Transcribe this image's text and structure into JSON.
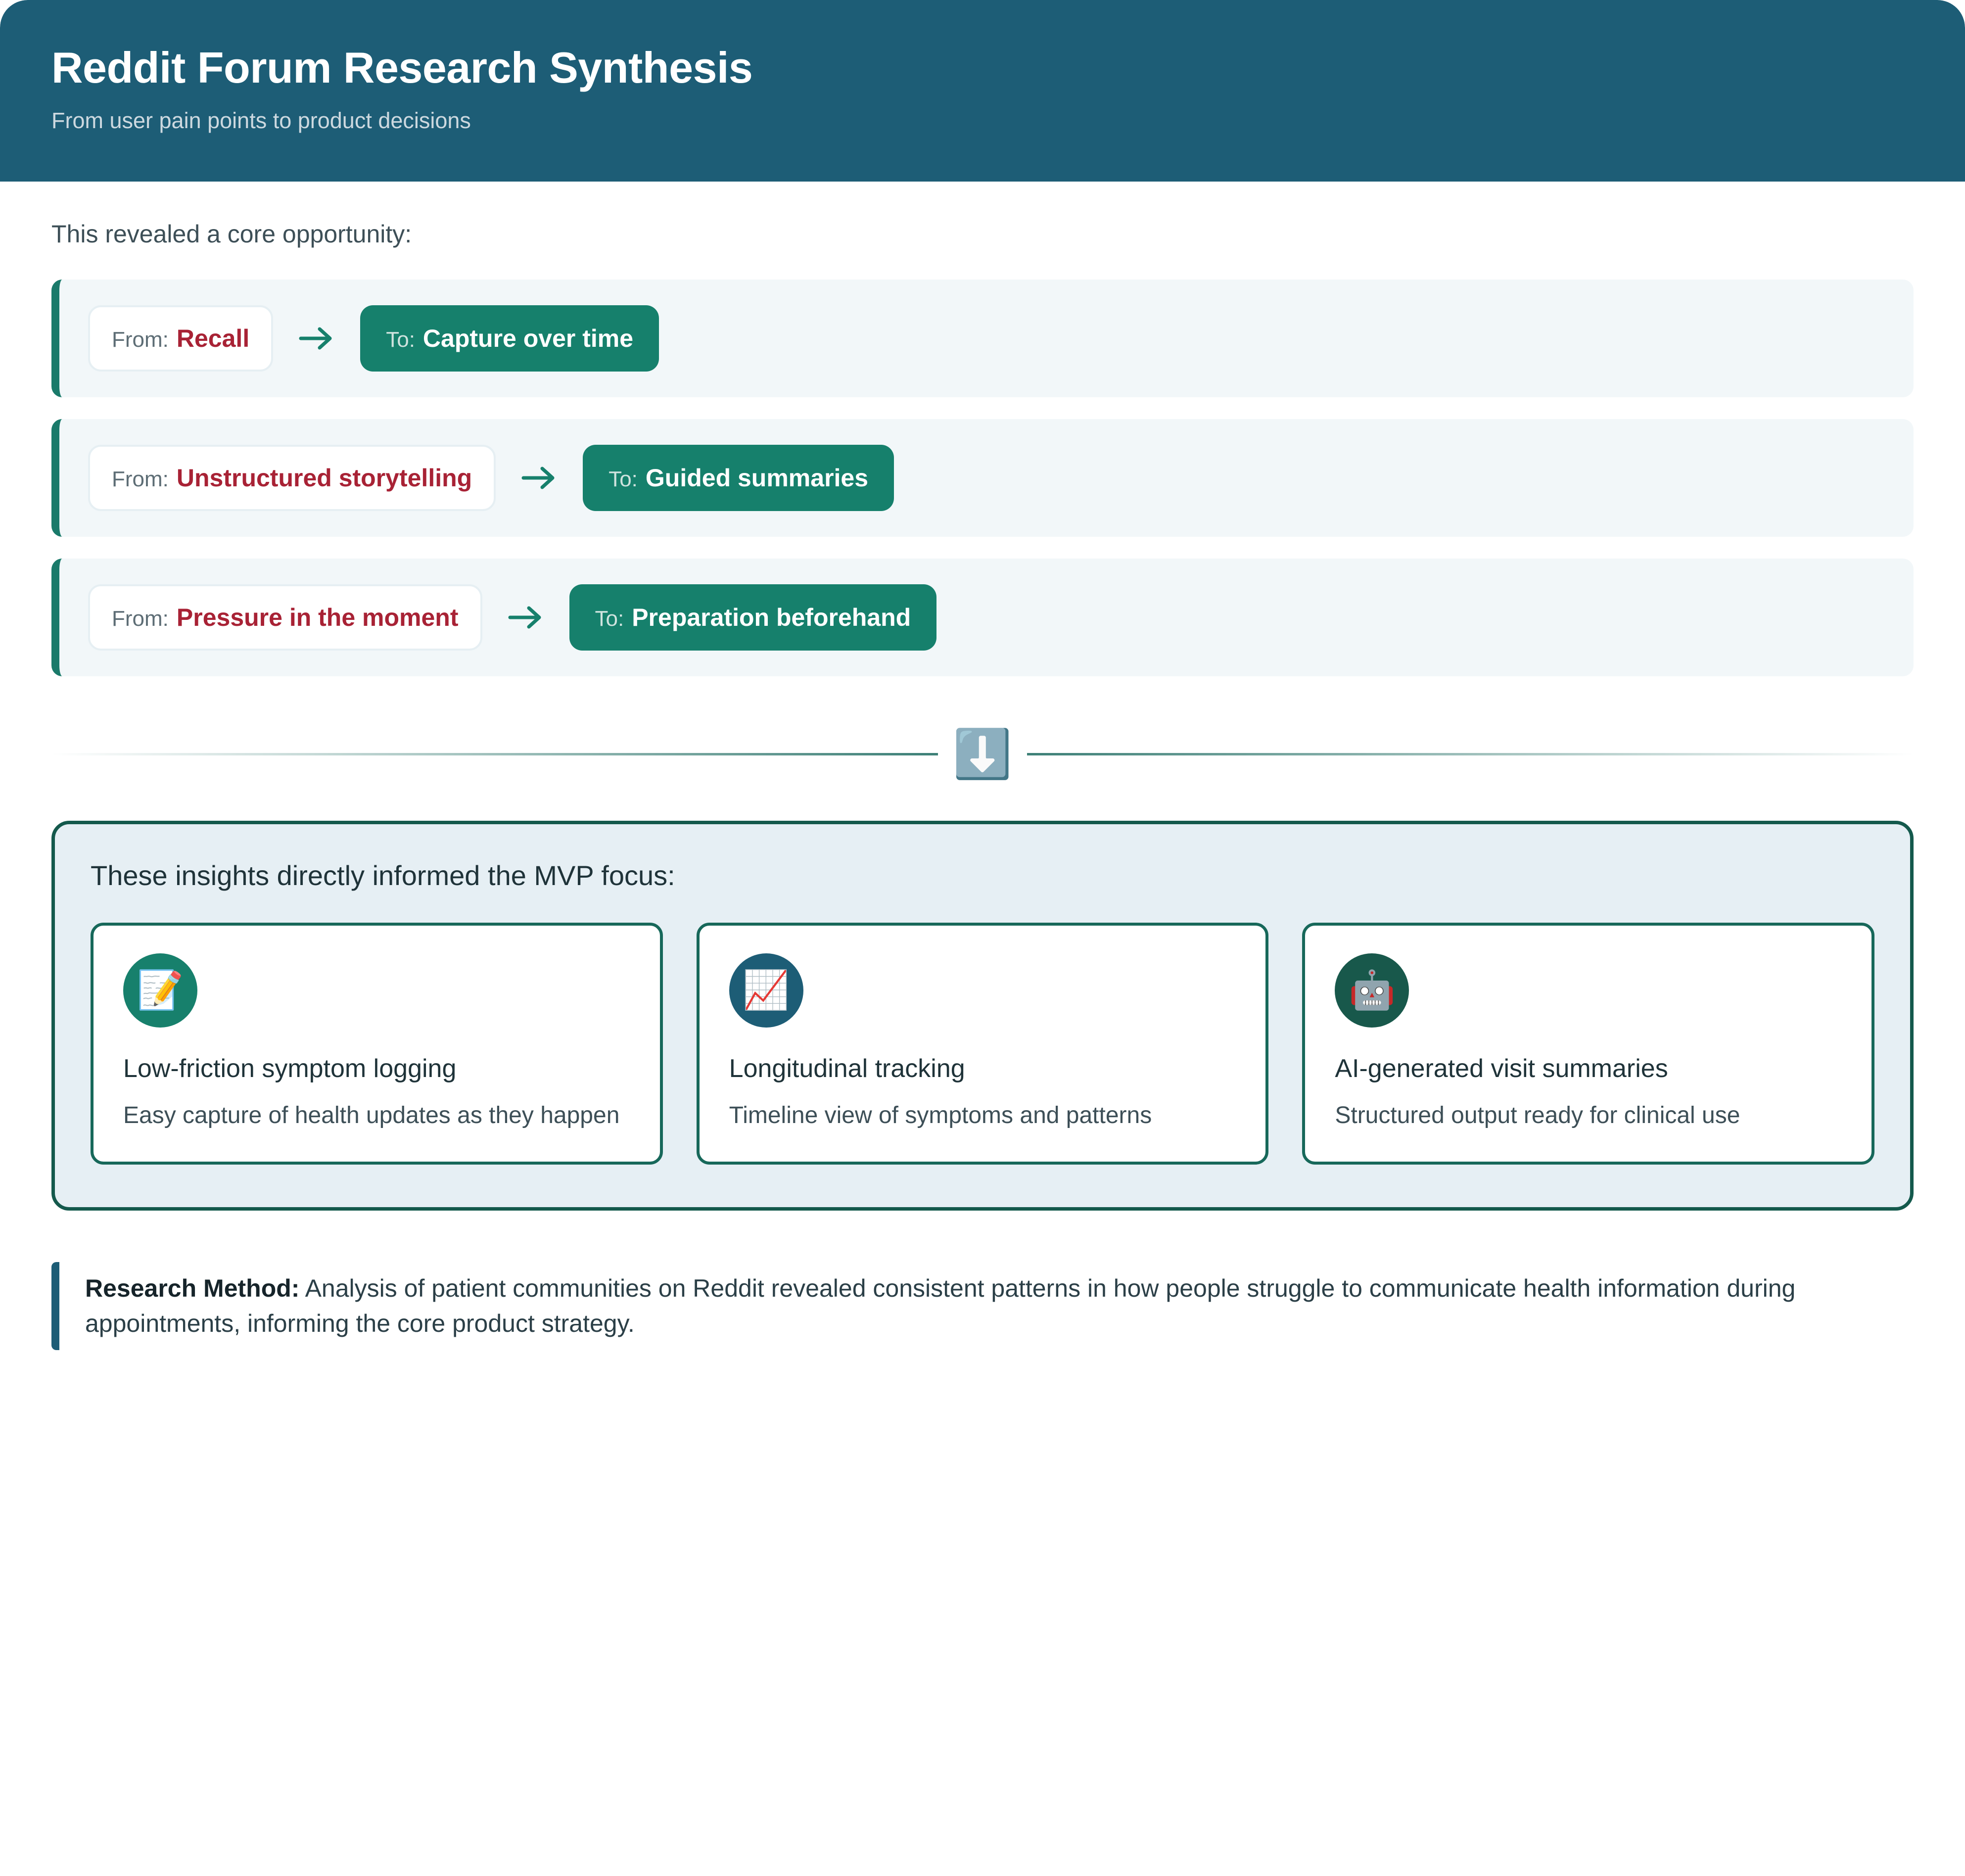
{
  "header": {
    "title": "Reddit Forum Research Synthesis",
    "subtitle": "From user pain points to product decisions",
    "bg_color": "#1d5d76"
  },
  "intro": {
    "text": "This revealed a core opportunity:"
  },
  "transitions": {
    "from_label": "From:",
    "to_label": "To:",
    "arrow_icon": "arrow-right-icon",
    "accent_color": "#1a7a6a",
    "from_color": "#a82235",
    "to_bg_color": "#16806c",
    "rows": [
      {
        "from": "Recall",
        "to": "Capture over time"
      },
      {
        "from": "Unstructured storytelling",
        "to": "Guided summaries"
      },
      {
        "from": "Pressure in the moment",
        "to": "Preparation beforehand"
      }
    ]
  },
  "divider": {
    "icon": "arrow-down-button-icon",
    "glyph": "⬇️"
  },
  "mvp": {
    "heading": "These insights directly informed the MVP focus:",
    "panel_bg": "#e6eff4",
    "panel_border": "#14594c",
    "cards": [
      {
        "icon_name": "memo-icon",
        "icon_glyph": "📝",
        "icon_bg": "#17806c",
        "title": "Low-friction symptom logging",
        "desc": "Easy capture of health updates as they happen"
      },
      {
        "icon_name": "chart-increasing-icon",
        "icon_glyph": "📈",
        "icon_bg": "#1d5d76",
        "title": "Longitudinal tracking",
        "desc": "Timeline view of symptoms and patterns"
      },
      {
        "icon_name": "robot-icon",
        "icon_glyph": "🤖",
        "icon_bg": "#18584b",
        "title": "AI-generated visit summaries",
        "desc": "Structured output ready for clinical use"
      }
    ]
  },
  "footnote": {
    "label": "Research Method:",
    "text": " Analysis of patient communities on Reddit revealed consistent patterns in how people struggle to communicate health information during appointments, informing the core product strategy.",
    "accent_color": "#1d5d76"
  }
}
